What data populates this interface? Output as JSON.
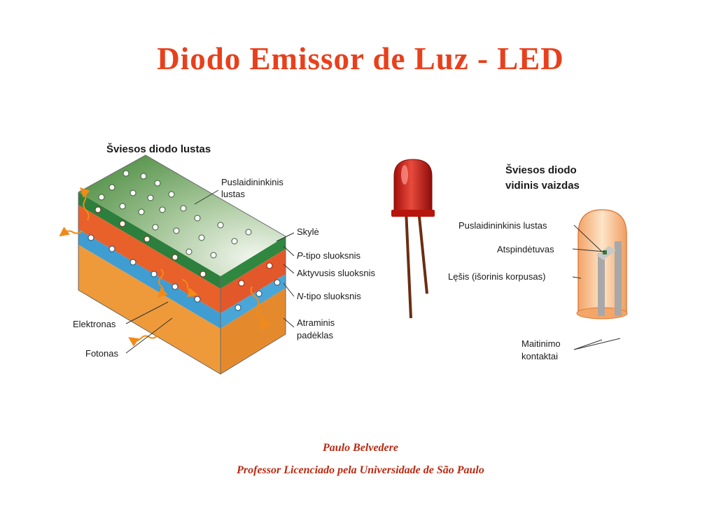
{
  "slide": {
    "title": "Diodo Emissor de Luz - LED",
    "author_name": "Paulo Belvedere",
    "author_role": "Professor Licenciado pela Universidade de São Paulo"
  },
  "chip_diagram": {
    "title": "Šviesos diodo lustas",
    "labels": {
      "chip": "Puslaidininkinis",
      "chip2": "lustas",
      "hole": "Skylė",
      "p_italic": "P",
      "p_rest": "-tipo sluoksnis",
      "active": "Aktyvusis sluoksnis",
      "n_italic": "N",
      "n_rest": "-tipo sluoksnis",
      "base1": "Atraminis",
      "base2": "padėklas",
      "electron": "Elektronas",
      "photon": "Fotonas"
    },
    "colors": {
      "top": "#5c9a4e",
      "p_layer": "#2c7f3c",
      "active": "#e8602a",
      "n_layer": "#3f9dd1",
      "substrate": "#ee9a3a"
    }
  },
  "led_interior": {
    "title1": "Šviesos diodo",
    "title2": "vidinis vaizdas",
    "labels": {
      "chip": "Puslaidininkinis lustas",
      "reflector": "Atspindėtuvas",
      "lens": "Lęšis (išorinis korpusas)",
      "contacts1": "Maitinimo",
      "contacts2": "kontaktai"
    }
  }
}
